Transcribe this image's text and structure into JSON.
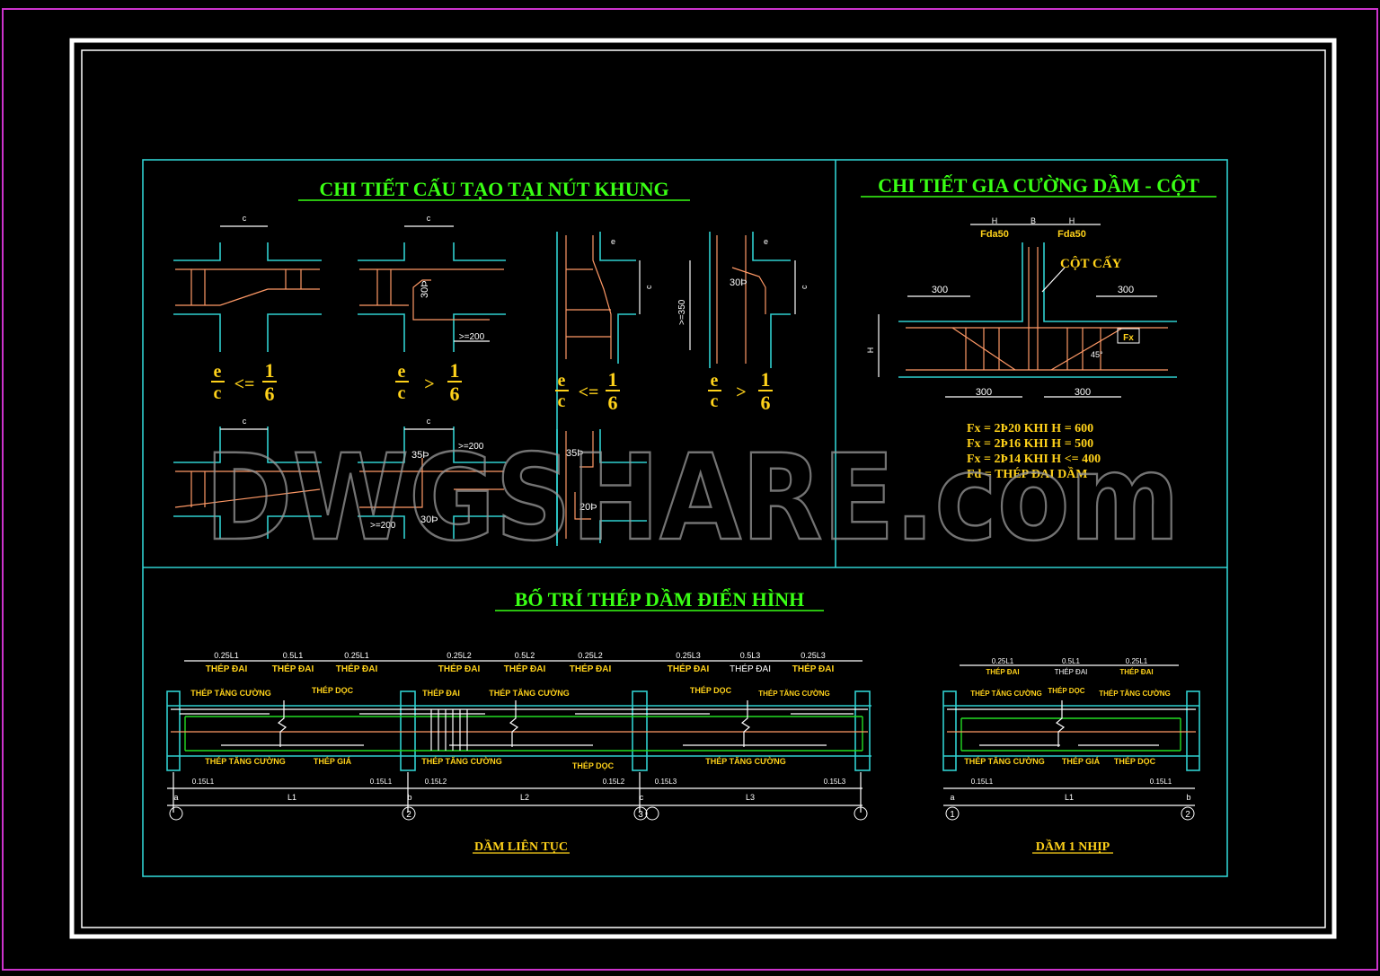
{
  "sections": {
    "node_title": "CHI TIẾT CẤU TẠO TẠI NÚT KHUNG",
    "reinforce_title": "CHI TIẾT GIA CƯỜNG DẦM - CỘT",
    "beam_title": "BỐ TRÍ THÉP DẦM ĐIỂN HÌNH"
  },
  "node_labels": {
    "ratio_le": "e/c <= 1/6",
    "ratio_gt": "e/c > 1/6",
    "e": "e",
    "c": "c",
    "le": "<=",
    "gt": ">",
    "one": "1",
    "six": "6",
    "dim_30": "30Þ",
    "dim_35": "35Þ",
    "dim_20": "20Þ",
    "dim_200": ">=200",
    "dim_350": ">=350"
  },
  "reinforce": {
    "H": "H",
    "B": "B",
    "fda": "Fda50",
    "cot_cay": "CỘT CẤY",
    "d300": "300",
    "fx": "Fx",
    "angle": "45°",
    "notes": [
      "Fx = 2Þ20 KHI H = 600",
      "Fx = 2Þ16 KHI H = 500",
      "Fx = 2Þ14 KHI H <= 400",
      "Fd = THÉP ĐAI DẦM"
    ]
  },
  "beam": {
    "continuous_caption": "DẦM LIÊN TỤC",
    "single_caption": "DẦM 1 NHỊP",
    "thep_dai": "THÉP ĐAI",
    "thep_doc": "THÉP DỌC",
    "thep_tang_cuong": "THÉP TĂNG CƯỜNG",
    "thep_gia": "THÉP GIÁ",
    "spans": [
      {
        "d1": "0.25L1",
        "d2": "0.5L1",
        "d3": "0.25L1",
        "s1": "0.15L1",
        "s2": "0.15L1",
        "L": "L1"
      },
      {
        "d1": "0.25L2",
        "d2": "0.5L2",
        "d3": "0.25L2",
        "s1": "0.15L2",
        "s2": "0.15L2",
        "L": "L2"
      },
      {
        "d1": "0.25L3",
        "d2": "0.5L3",
        "d3": "0.25L3",
        "s1": "0.15L3",
        "s2": "0.15L3",
        "L": "L3"
      }
    ],
    "supports": [
      "a",
      "b",
      "c"
    ],
    "axes": [
      "1",
      "2",
      "3"
    ]
  },
  "watermark": "DWGSHARE.com",
  "colors": {
    "frame": "#ffffff",
    "border": "#cc33cc",
    "panel": "#2fd0d0",
    "title": "#39ff14",
    "label": "#ffd21a",
    "rebar": "#ff9966"
  }
}
